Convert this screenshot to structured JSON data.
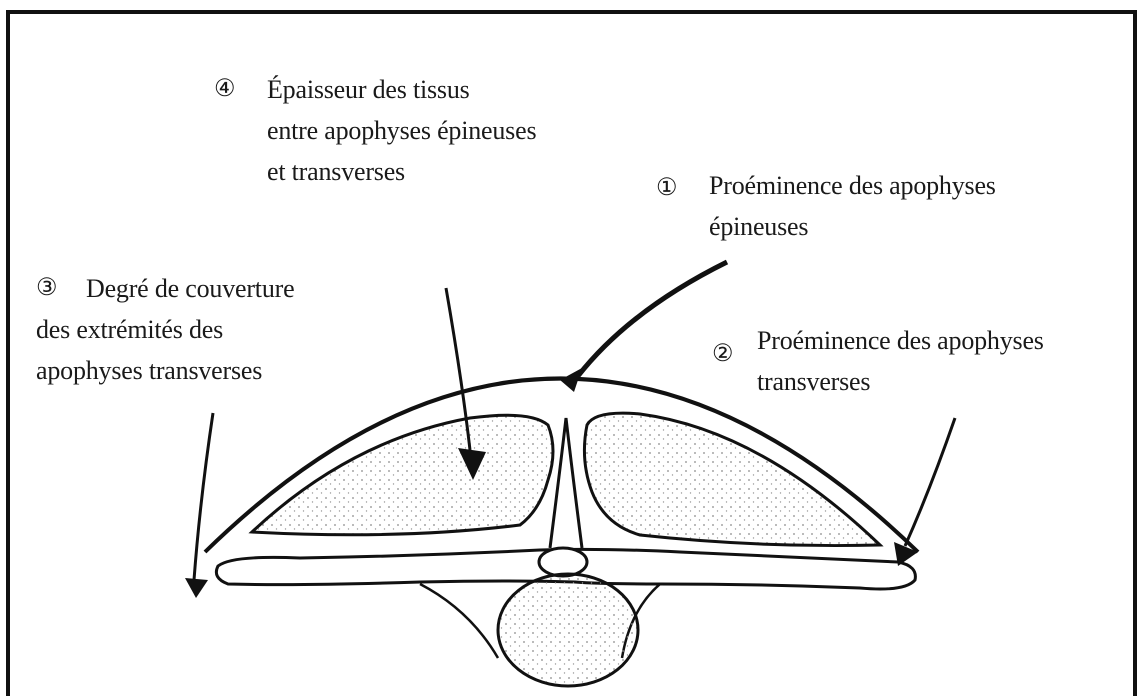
{
  "labels": {
    "l4": {
      "number": "④",
      "lines": [
        "Épaisseur des tissus",
        "entre apophyses épineuses",
        "et transverses"
      ]
    },
    "l1": {
      "number": "①",
      "lines": [
        "Proéminence des apophyses",
        "épineuses"
      ]
    },
    "l3": {
      "number": "③",
      "lines": [
        "Degré de couverture",
        "des extrémités des",
        "apophyses transverses"
      ]
    },
    "l2": {
      "number": "②",
      "lines": [
        "Proéminence des apophyses",
        "transverses"
      ]
    }
  }
}
